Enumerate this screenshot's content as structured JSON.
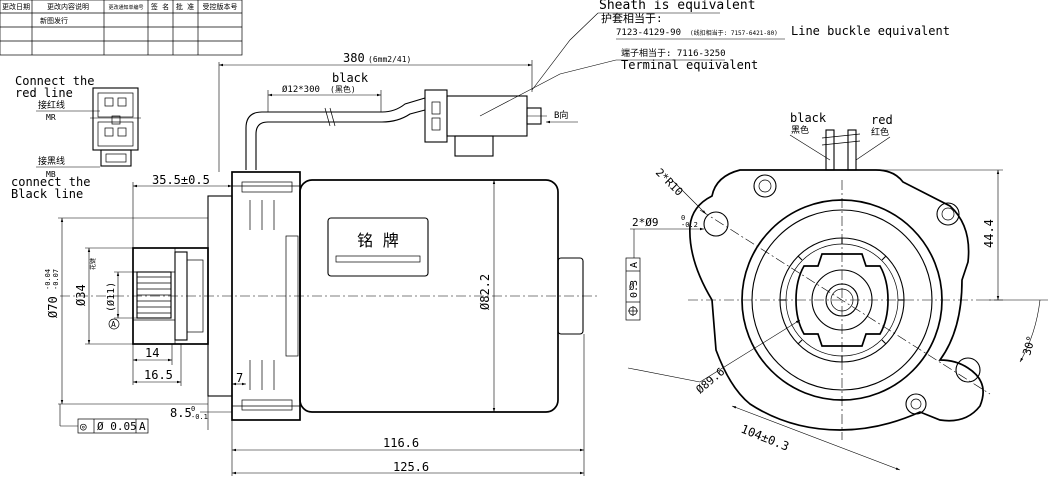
{
  "revision_table": {
    "headers": [
      "更改日期",
      "更改内容说明",
      "更改通知单编号",
      "签 名",
      "批 准",
      "受控版本号"
    ],
    "rows": [
      [
        "",
        "新图发行",
        "",
        "",
        "",
        ""
      ],
      [
        "",
        "",
        "",
        "",
        "",
        ""
      ],
      [
        "",
        "",
        "",
        "",
        "",
        ""
      ]
    ]
  },
  "notes": {
    "sheath_en": "Sheath is equivalent",
    "sheath_cn": "护套相当于:",
    "sheath_part": "7123-4129-90",
    "sheath_part_note": "(线扣相当于: 7157-6421-80)",
    "line_buckle_en": "Line buckle equivalent",
    "terminal_cn": "端子相当于: 7116-3250",
    "terminal_en": "Terminal equivalent"
  },
  "connector": {
    "red_en": "Connect the red line",
    "red_cn": "接红线",
    "red_code": "MR",
    "black_cn": "接黑线",
    "black_code": "MB",
    "black_en": "connect the Black line"
  },
  "side_view": {
    "cable_length": "380",
    "cable_spec": "(6mm2/41)",
    "wire_color": "black",
    "wire_spec": "Ø12*300",
    "wire_spec_cn": "(黑色)",
    "view_b": "B向",
    "nameplate": "铭 牌",
    "dim_flange": "35.5±0.5",
    "dim_body_dia": "Ø82.2",
    "dim_outer_dia": "Ø70",
    "dim_outer_tol_up": "-0.04",
    "dim_outer_tol_dn": "-0.07",
    "dim_shaft_dia": "Ø34",
    "dim_spline_dia": "(Ø11)",
    "dim_14": "14",
    "dim_16_5": "16.5",
    "dim_7": "7",
    "dim_8_5": "8.5",
    "dim_8_5_tol_up": "0",
    "dim_8_5_tol_dn": "-0.1",
    "dim_116_6": "116.6",
    "dim_125_6": "125.6",
    "datum": "A",
    "gdt_symbol": "◎",
    "gdt_value": "Ø 0.05",
    "gdt_datum": "A",
    "spline_note": "花键"
  },
  "end_view": {
    "wire_black": "black",
    "wire_black_cn": "黑色",
    "wire_red": "red",
    "wire_red_cn": "红色",
    "radius": "2*R10",
    "hole_dia": "2*Ø9",
    "hole_tol_up": "0",
    "hole_tol_dn": "-0.2",
    "position_tol": "0.3",
    "position_datum": "A",
    "dim_44_4": "44.4",
    "dim_bolt_circle": "Ø89.6",
    "dim_104": "104±0.3",
    "angle": "30°"
  }
}
